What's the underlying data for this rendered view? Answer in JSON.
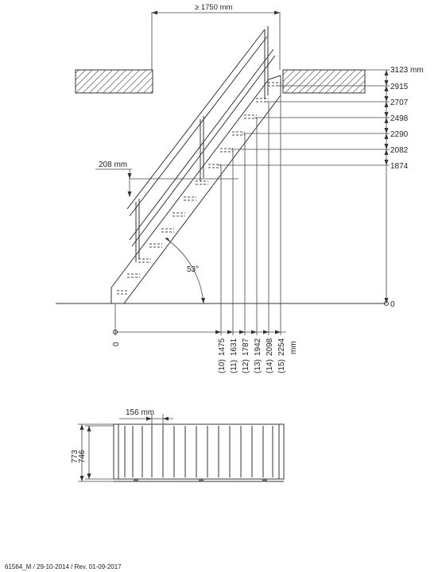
{
  "top_view": {
    "width_label": "≥ 1750 mm",
    "angle_label": "53°",
    "step_depth_label": "208 mm",
    "origin_x_label": "0",
    "origin_y_label": "0",
    "heights": [
      {
        "value": "3123 mm"
      },
      {
        "value": "2915"
      },
      {
        "value": "2707"
      },
      {
        "value": "2498"
      },
      {
        "value": "2290"
      },
      {
        "value": "2082"
      },
      {
        "value": "1874"
      }
    ],
    "horizontal_marks": [
      {
        "step": "(10)",
        "value": "1475"
      },
      {
        "step": "(11)",
        "value": "1631"
      },
      {
        "step": "(12)",
        "value": "1787"
      },
      {
        "step": "(13)",
        "value": "1942"
      },
      {
        "step": "(14)",
        "value": "2098"
      },
      {
        "step": "(15)",
        "value": "2254"
      }
    ],
    "unit_label": "mm"
  },
  "bottom_view": {
    "tread_width_label": "156 mm",
    "outer_height_label": "773",
    "inner_height_label": "746"
  },
  "footer": {
    "reference": "61564_M / 29-10-2014 / Rev. 01-09-2017"
  }
}
